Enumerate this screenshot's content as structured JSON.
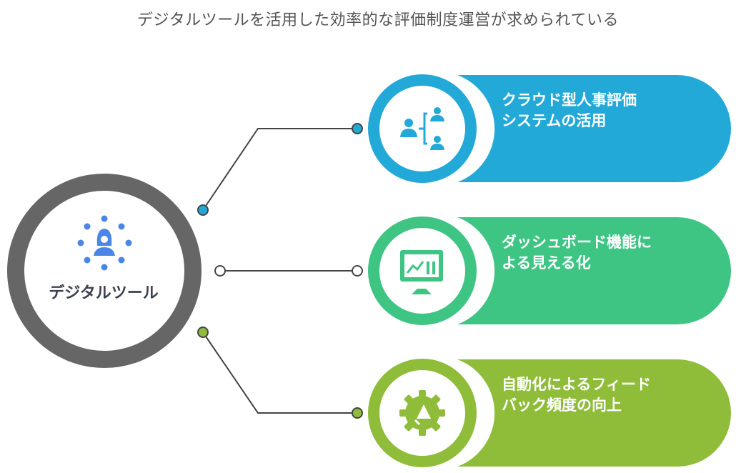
{
  "title": "デジタルツールを活用した効率的な評価制度運営が求められている",
  "hub": {
    "label": "デジタルツール",
    "icon": "person-network-icon",
    "ring_color": "#666666",
    "icon_color": "#4a86e8"
  },
  "items": [
    {
      "line1": "クラウド型人事評価",
      "line2": "システムの活用",
      "icon": "people-hierarchy-icon",
      "color": "#23a9d8"
    },
    {
      "line1": "ダッシュボード機能に",
      "line2": "よる見える化",
      "icon": "monitor-chart-icon",
      "color": "#3ec583"
    },
    {
      "line1": "自動化によるフィード",
      "line2": "バック頻度の向上",
      "icon": "gear-megaphone-icon",
      "color": "#8fbd3a"
    }
  ]
}
